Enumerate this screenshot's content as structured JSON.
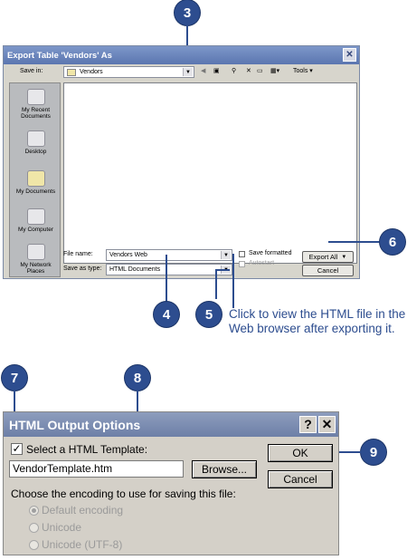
{
  "callouts": {
    "c3": "3",
    "c4": "4",
    "c5": "5",
    "c6": "6",
    "c7": "7",
    "c8": "8",
    "c9": "9"
  },
  "note": {
    "line1": "Click to view the HTML file in the",
    "line2": "Web browser after exporting it."
  },
  "export_dialog": {
    "title": "Export Table 'Vendors' As",
    "save_in_label": "Save in:",
    "save_in_value": "Vendors",
    "tools_label": "Tools",
    "places": [
      {
        "label_line1": "My Recent",
        "label_line2": "Documents"
      },
      {
        "label_line1": "Desktop",
        "label_line2": ""
      },
      {
        "label_line1": "My Documents",
        "label_line2": ""
      },
      {
        "label_line1": "My Computer",
        "label_line2": ""
      },
      {
        "label_line1": "My Network",
        "label_line2": "Places"
      }
    ],
    "file_name_label": "File name:",
    "file_name_value": "Vendors Web",
    "save_type_label": "Save as type:",
    "save_type_value": "HTML Documents",
    "save_formatted_label": "Save formatted",
    "autostart_label": "Autostart",
    "export_button": "Export All",
    "cancel_button": "Cancel"
  },
  "html_dialog": {
    "title": "HTML Output Options",
    "help_button": "?",
    "close_button": "✕",
    "select_template_label": "Select a HTML Template:",
    "template_value": "VendorTemplate.htm",
    "browse_button": "Browse...",
    "ok_button": "OK",
    "cancel_button": "Cancel",
    "encoding_label": "Choose the encoding to use for saving this file:",
    "encodings": [
      "Default encoding",
      "Unicode",
      "Unicode (UTF-8)"
    ]
  }
}
